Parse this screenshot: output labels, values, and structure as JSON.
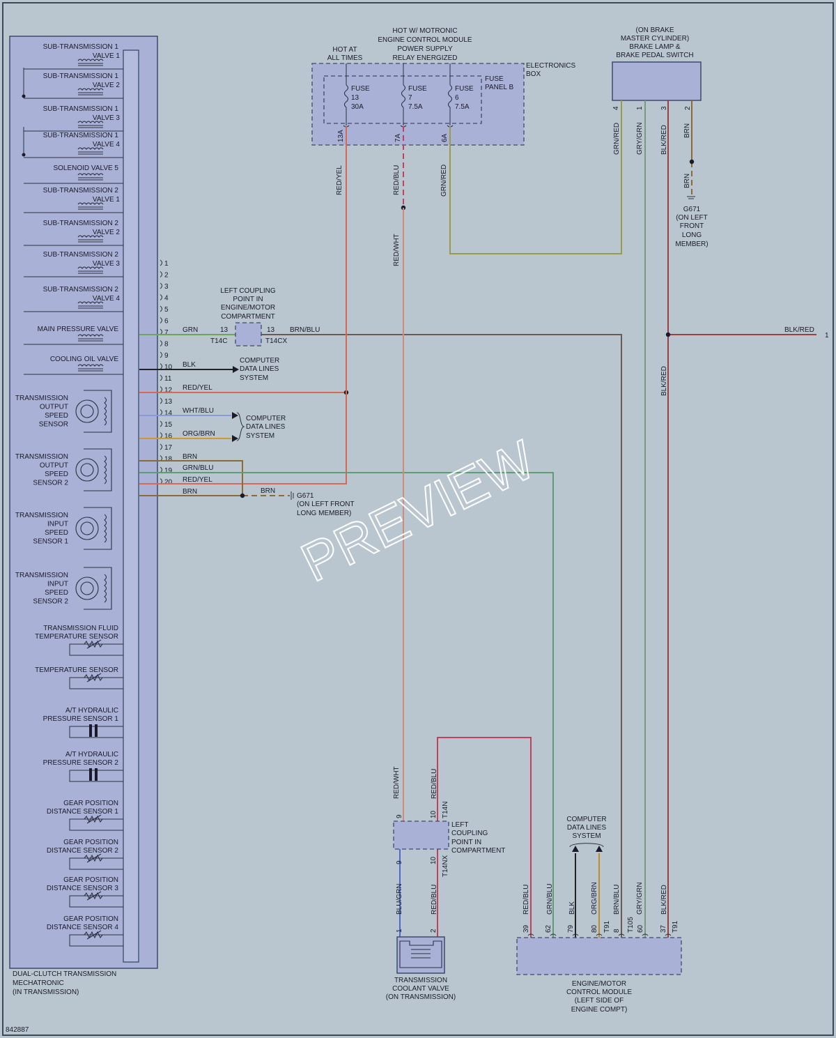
{
  "colors": {
    "red": "#d46a55",
    "green": "#6aa55a",
    "black": "#222222",
    "brown": "#8a6a35",
    "blue": "#5a6fc2",
    "white": "#e9eaef",
    "orange": "#d09a30",
    "gray": "#8a9096",
    "blkred": "#9a4040",
    "grnred": "#9a9a4a",
    "redblu": "#c0425a",
    "grnblu": "#5e9c78",
    "brnblu": "#6a5a52",
    "blugrn": "#4a6ad0",
    "redwht": "#cf8a7a",
    "orgbrn": "#c08a2a",
    "whtblu": "#8a9ad8",
    "grygrn": "#7a9a7a"
  },
  "mechatronic": {
    "label_lines": [
      "DUAL-CLUTCH TRANSMISSION",
      "MECHATRONIC",
      "(IN TRANSMISSION)"
    ],
    "valves": [
      {
        "l1": "SUB-TRANSMISSION 1",
        "l2": "VALVE 1"
      },
      {
        "l1": "SUB-TRANSMISSION 1",
        "l2": "VALVE 2"
      },
      {
        "l1": "SUB-TRANSMISSION 1",
        "l2": "VALVE 3"
      },
      {
        "l1": "SUB-TRANSMISSION 1",
        "l2": "VALVE 4"
      },
      {
        "l1": "SOLENOID VALVE 5",
        "l2": ""
      },
      {
        "l1": "SUB-TRANSMISSION 2",
        "l2": "VALVE 1"
      },
      {
        "l1": "SUB-TRANSMISSION 2",
        "l2": "VALVE 2"
      },
      {
        "l1": "SUB-TRANSMISSION 2",
        "l2": "VALVE 3"
      },
      {
        "l1": "SUB-TRANSMISSION 2",
        "l2": "VALVE 4"
      },
      {
        "l1": "MAIN PRESSURE VALVE",
        "l2": ""
      },
      {
        "l1": "COOLING OIL VALVE",
        "l2": ""
      }
    ],
    "speed_sensors": [
      [
        "TRANSMISSION",
        "OUTPUT",
        "SPEED",
        "SENSOR"
      ],
      [
        "TRANSMISSION",
        "OUTPUT",
        "SPEED",
        "SENSOR 2"
      ],
      [
        "TRANSMISSION",
        "INPUT",
        "SPEED",
        "SENSOR 1"
      ],
      [
        "TRANSMISSION",
        "INPUT",
        "SPEED",
        "SENSOR 2"
      ]
    ],
    "other_sensors": [
      {
        "lines": [
          "TRANSMISSION FLUID",
          "TEMPERATURE SENSOR"
        ],
        "sym": "res"
      },
      {
        "lines": [
          "TEMPERATURE SENSOR"
        ],
        "sym": "res"
      },
      {
        "lines": [
          "A/T HYDRAULIC",
          "PRESSURE SENSOR 1"
        ],
        "sym": "cap"
      },
      {
        "lines": [
          "A/T HYDRAULIC",
          "PRESSURE SENSOR 2"
        ],
        "sym": "cap"
      },
      {
        "lines": [
          "GEAR POSITION",
          "DISTANCE SENSOR 1"
        ],
        "sym": "res"
      },
      {
        "lines": [
          "GEAR POSITION",
          "DISTANCE SENSOR 2"
        ],
        "sym": "res"
      },
      {
        "lines": [
          "GEAR POSITION",
          "DISTANCE SENSOR 3"
        ],
        "sym": "res"
      },
      {
        "lines": [
          "GEAR POSITION",
          "DISTANCE SENSOR 4"
        ],
        "sym": "res"
      }
    ],
    "pins": [
      "1",
      "2",
      "3",
      "4",
      "5",
      "6",
      "7",
      "8",
      "9",
      "10",
      "11",
      "12",
      "13",
      "14",
      "15",
      "16",
      "17",
      "18",
      "19",
      "20"
    ]
  },
  "fuse_box": {
    "hot_at_all_times": [
      "HOT AT",
      "ALL TIMES"
    ],
    "hot_w": [
      "HOT W/ MOTRONIC",
      "ENGINE CONTROL MODULE",
      "POWER SUPPLY",
      "RELAY ENERGIZED"
    ],
    "box_label": [
      "ELECTRONICS",
      "BOX"
    ],
    "panel_label": [
      "FUSE",
      "PANEL B"
    ],
    "fuses": [
      {
        "name": "FUSE",
        "num": "13",
        "amp": "30A",
        "pin": "13A"
      },
      {
        "name": "FUSE",
        "num": "7",
        "amp": "7.5A",
        "pin": "7A"
      },
      {
        "name": "FUSE",
        "num": "6",
        "amp": "7.5A",
        "pin": "6A"
      }
    ]
  },
  "brake_switch": {
    "label_lines": [
      "(ON BRAKE",
      "MASTER CYLINDER)",
      "BRAKE LAMP &",
      "BRAKE PEDAL SWITCH"
    ],
    "pins": [
      "4",
      "1",
      "3",
      "2"
    ]
  },
  "ground_top": {
    "label_lines": [
      "G671",
      "(ON LEFT",
      "FRONT",
      "LONG",
      "MEMBER)"
    ]
  },
  "ground_mid": {
    "label": "G671",
    "sub_lines": [
      "(ON LEFT FRONT",
      "LONG MEMBER)"
    ]
  },
  "coupling_top": {
    "label_lines": [
      "LEFT COUPLING",
      "POINT IN",
      "ENGINE/MOTOR",
      "COMPARTMENT"
    ],
    "pin": "13",
    "conn_left": "T14C",
    "conn_right": "T14CX"
  },
  "coupling_bottom": {
    "label_lines": [
      "LEFT",
      "COUPLING",
      "POINT IN",
      "COMPARTMENT"
    ],
    "pin_a": "9",
    "pin_b": "10",
    "conn_top": "T14N",
    "conn_bottom": "T14NX"
  },
  "computer_data": {
    "label_lines": [
      "COMPUTER",
      "DATA LINES",
      "SYSTEM"
    ]
  },
  "coolant_valve": {
    "label_lines": [
      "TRANSMISSION",
      "COOLANT VALVE",
      "(ON TRANSMISSION)"
    ],
    "pins": [
      "1",
      "2"
    ]
  },
  "ecm": {
    "label_lines": [
      "ENGINE/MOTOR",
      "CONTROL MODULE",
      "(LEFT SIDE OF",
      "ENGINE COMPT)"
    ],
    "pins": [
      "39",
      "62",
      "79",
      "80",
      "8",
      "60",
      "37"
    ],
    "conn": [
      "T91",
      "T105",
      "T91"
    ]
  },
  "wires": {
    "grn": "GRN",
    "brnblu": "BRN/BLU",
    "blk": "BLK",
    "redyel": "RED/YEL",
    "whtblu": "WHT/BLU",
    "orgbrn": "ORG/BRN",
    "brn": "BRN",
    "grnblu": "GRN/BLU",
    "blkred": "BLK/RED",
    "redblu": "RED/BLU",
    "grnred": "GRN/RED",
    "redwht": "RED/WHT",
    "grygrn": "GRY/GRN",
    "blugrn": "BLU/GRN"
  },
  "offpage": "1",
  "page_id": "842887",
  "watermark": "PREVIEW"
}
